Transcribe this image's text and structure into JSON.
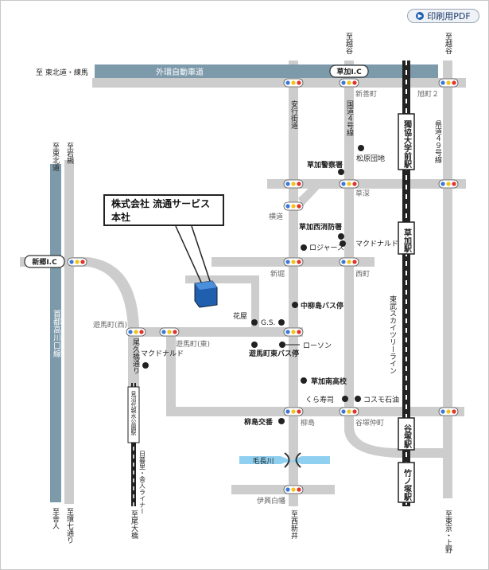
{
  "print_button": {
    "label": "印刷用PDF",
    "icon": "arrow-right-circle-icon"
  },
  "company": {
    "name": "株式会社 流通サービス",
    "sub": "本社"
  },
  "colors": {
    "road": "#cdcdcd",
    "expressway": "#7d9aab",
    "river": "#8fd0f0",
    "building": "#1f5fae",
    "rail": "#222222"
  },
  "labels": {
    "to_tohoku_nerima": "至 東北道・練馬",
    "gaikan": "外環自動車道",
    "soka_ic": "草加I.C",
    "to_koshigaya_1": "至越谷",
    "to_koshigaya_2": "至越谷",
    "shinzencho": "新善町",
    "asahicho2": "旭町２",
    "anggyo_kaido": "安行街道",
    "kokudo4": "国道４号線",
    "dokkyo_station": "獨協大学前駅",
    "kendo49": "県道４９号線",
    "to_tohokudo": "至東北道",
    "to_iwatsuki": "至岩槻",
    "soka_police": "草加警察署",
    "matsubara": "松原団地",
    "soka_station": "草加駅",
    "kusafuka": "草深",
    "yokomichi": "横道",
    "fire_station": "草加西消防署",
    "jusco": "ロジャース",
    "mcdonalds_1": "マクドナルド",
    "shinbori": "新堀",
    "nishimachi": "西町",
    "shinkyo_ic": "新郷I.C",
    "shutoko": "首都高川口線",
    "hanaya": "花屋",
    "gs": "G.S.",
    "bus_stop_1": "中柳島バス停",
    "tobu_line": "東武スカイツリーライン",
    "yomacho_west": "遊馬町(西)",
    "yomacho_east": "遊馬町(東)",
    "lawson": "ローソン",
    "bus_stop_2": "遊馬町東バス停",
    "mcdonalds_2": "マクドナルド",
    "oboro_street": "尾久橋通り",
    "minumadai": "見沼代親水公園駅",
    "toneri_liner": "日暮里・舎人ライナー",
    "soka_minami_hs": "草加南高校",
    "kura": "くら寿司",
    "cosmo": "コスモ石油",
    "yanagishima": "柳島交番",
    "yanagishima_2": "柳島",
    "yatsukanakamachi": "谷塚仲町",
    "yatsuka_station": "谷塚駅",
    "kenaga_river": "毛長川",
    "takenotsuka_station": "竹ノ塚駅",
    "iseshiraume": "伊興白幡",
    "to_tokyo_ueno": "至東京・上野",
    "to_nishiarai": "至西新井",
    "to_shika": "至舎人",
    "to_kanpachi": "至環七通り",
    "to_odaibashi": "至尾大橋"
  }
}
